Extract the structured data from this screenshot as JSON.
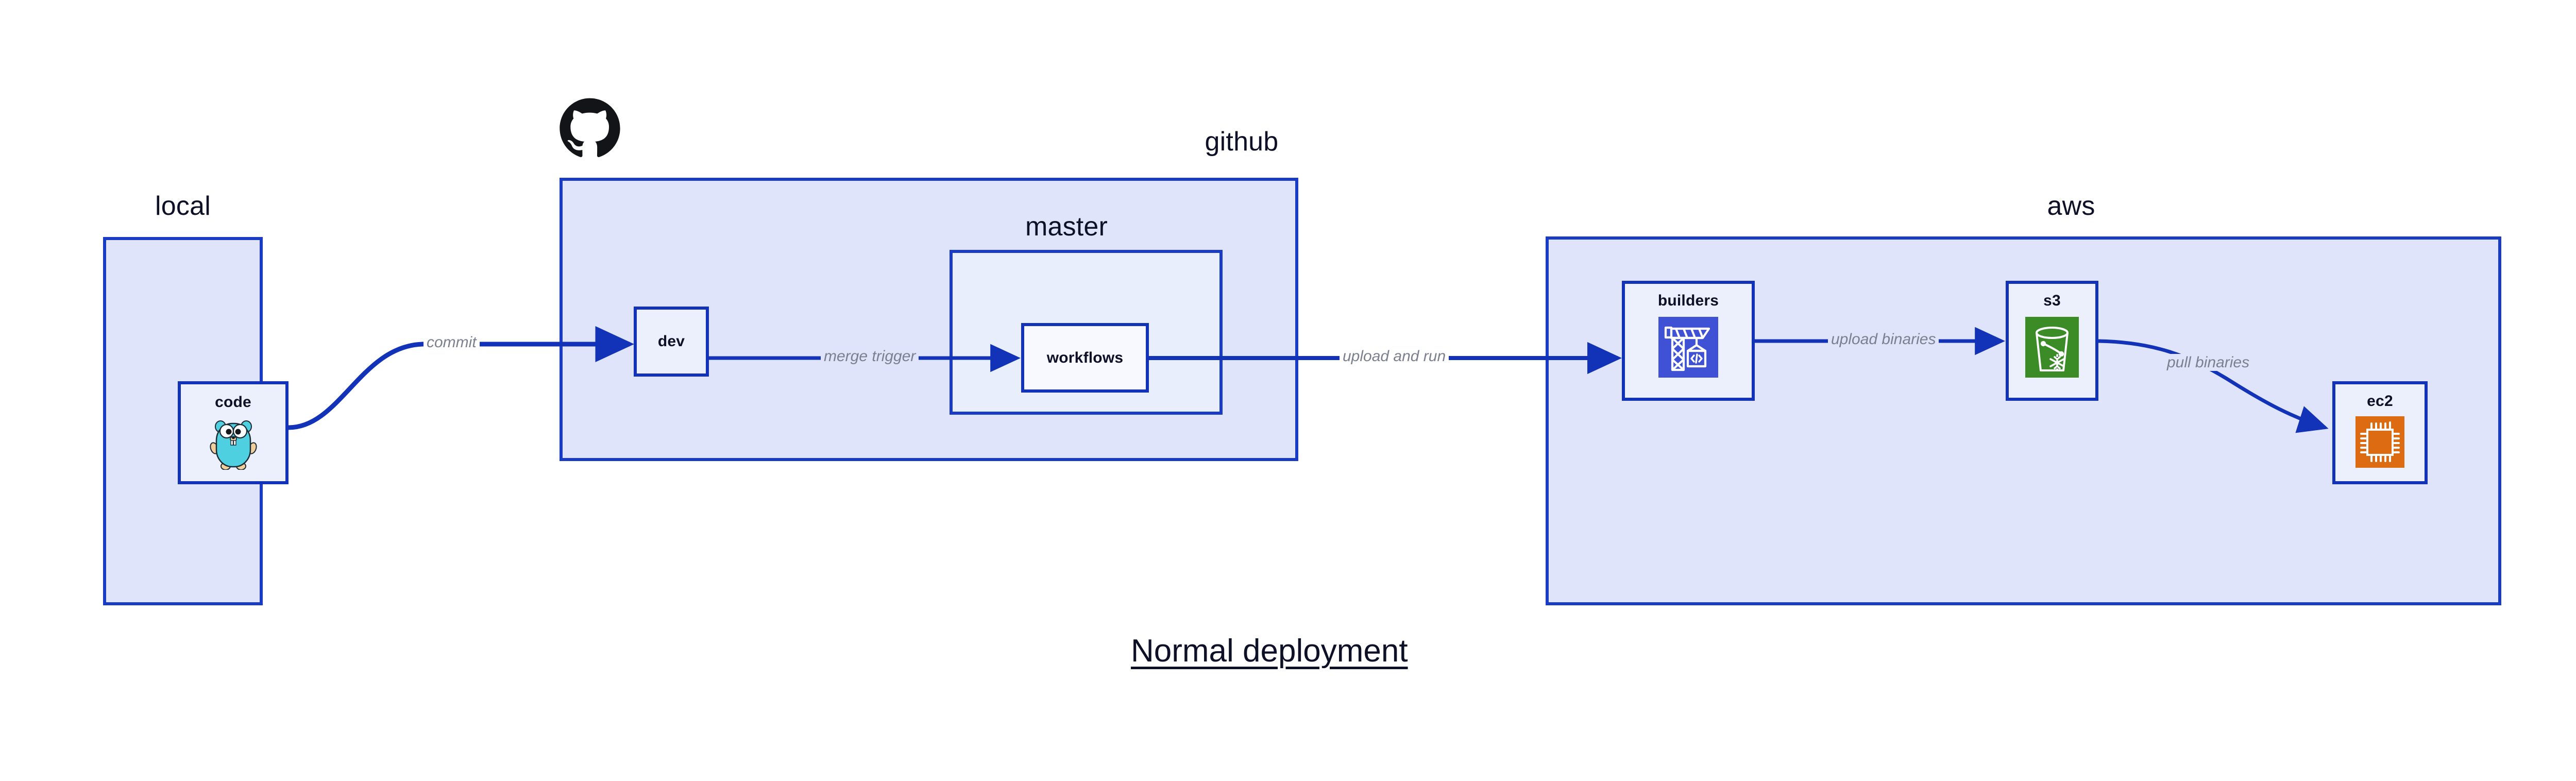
{
  "diagram": {
    "title": "Normal deployment",
    "colors": {
      "group_fill": "#dfe4fa",
      "group_border": "#1a3bc4",
      "node_fill": "#ebf0fc",
      "node_border": "#1232b8",
      "edge": "#1232b8",
      "edge_label_text": "#7b808f",
      "title_text": "#0d1026",
      "builders_icon_bg": "#3f51d4",
      "s3_icon_bg": "#3b8c27",
      "ec2_icon_bg": "#dd6b11",
      "gopher_body": "#4fd0e0",
      "github_logo": "#131417"
    }
  },
  "groups": [
    {
      "id": "local",
      "label": "local"
    },
    {
      "id": "github",
      "label": "github"
    },
    {
      "id": "master",
      "label": "master"
    },
    {
      "id": "aws",
      "label": "aws"
    }
  ],
  "nodes": [
    {
      "id": "code",
      "label": "code",
      "icon": "go-gopher-icon"
    },
    {
      "id": "dev",
      "label": "dev",
      "icon": null
    },
    {
      "id": "workflows",
      "label": "workflows",
      "icon": null
    },
    {
      "id": "builders",
      "label": "builders",
      "icon": "aws-codebuild-crane-icon"
    },
    {
      "id": "s3",
      "label": "s3",
      "icon": "aws-s3-glacier-bucket-icon"
    },
    {
      "id": "ec2",
      "label": "ec2",
      "icon": "aws-ec2-chip-icon"
    }
  ],
  "edges": [
    {
      "id": "commit",
      "from": "code",
      "to": "dev",
      "label": "commit"
    },
    {
      "id": "merge-trigger",
      "from": "dev",
      "to": "workflows",
      "label": "merge trigger"
    },
    {
      "id": "upload-and-run",
      "from": "workflows",
      "to": "builders",
      "label": "upload and run"
    },
    {
      "id": "upload-binaries",
      "from": "builders",
      "to": "s3",
      "label": "upload binaries"
    },
    {
      "id": "pull-binaries",
      "from": "s3",
      "to": "ec2",
      "label": "pull binaries"
    }
  ],
  "icons": {
    "github_logo": "github-octocat-icon"
  }
}
